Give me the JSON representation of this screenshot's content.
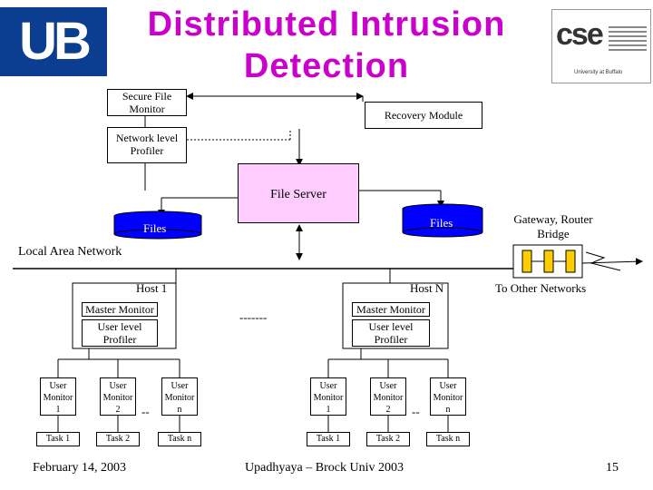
{
  "title_line1": "Distributed Intrusion",
  "title_line2": "Detection",
  "ub_logo_text": "UB",
  "cse_logo": {
    "letters": "cse",
    "caption": "University at Buffalo"
  },
  "boxes": {
    "secure_file_monitor": "Secure File Monitor",
    "recovery_module": "Recovery Module",
    "network_profiler": "Network level Profiler",
    "file_server": "File Server",
    "files_left": "Files",
    "files_right": "Files"
  },
  "labels": {
    "lan": "Local Area Network",
    "gateway": "Gateway, Router Bridge",
    "other_networks": "To Other Networks",
    "host1": "Host 1",
    "hostn": "Host N",
    "dashes_mid": "-------"
  },
  "host1": {
    "master": "Master Monitor",
    "profiler": "User level Profiler",
    "monitors": [
      "User Monitor 1",
      "User Monitor 2",
      "User Monitor n"
    ],
    "tasks": [
      "Task 1",
      "Task 2",
      "Task n"
    ],
    "dashes": "--"
  },
  "hostn": {
    "master": "Master Monitor",
    "profiler": "User level Profiler",
    "monitors": [
      "User Monitor 1",
      "User Monitor 2",
      "User Monitor n"
    ],
    "tasks": [
      "Task 1",
      "Task 2",
      "Task n"
    ],
    "dashes": "--"
  },
  "footer": {
    "date": "February 14, 2003",
    "author": "Upadhyaya – Brock Univ 2003",
    "page": "15"
  },
  "colors": {
    "title": "#cc00cc",
    "file_server": "#ffccff",
    "files": "#0000ff",
    "ub_blue": "#0b3d91"
  }
}
